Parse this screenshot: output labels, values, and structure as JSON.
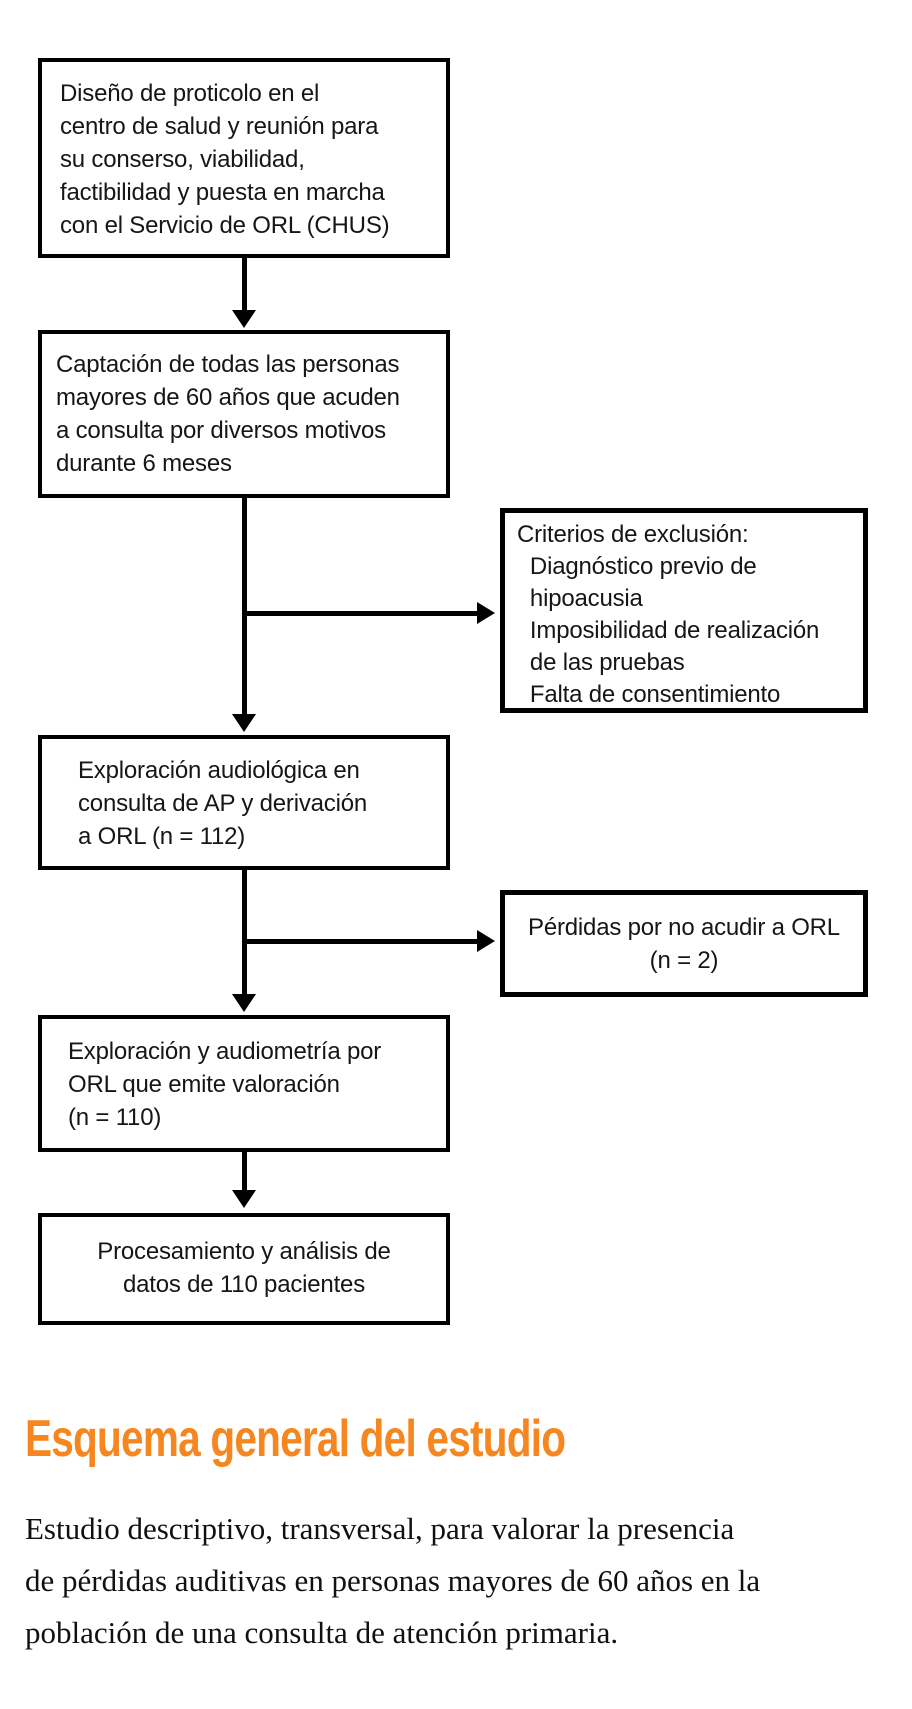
{
  "colors": {
    "accent": "#F6861F",
    "ink": "#161616"
  },
  "flowchart": {
    "step_protocol": [
      "Diseño de proticolo en el",
      "centro de salud y reunión para",
      "su conserso, viabilidad,",
      "factibilidad y puesta en marcha",
      "con el Servicio de ORL (CHUS)"
    ],
    "step_recruitment": [
      "Captación de todas las personas",
      "mayores de 60 años que acuden",
      "a consulta por diversos motivos",
      "durante 6 meses"
    ],
    "exclusion_criteria": [
      "Criterios de exclusión:",
      "  Diagnóstico previo de",
      "  hipoacusia",
      "  Imposibilidad de realización",
      "  de las pruebas",
      "  Falta de consentimiento"
    ],
    "step_ap_exploration": [
      "Exploración audiológica en",
      "consulta de AP y derivación",
      "a ORL (n = 112)"
    ],
    "losses": [
      "Pérdidas por no acudir a ORL",
      "(n = 2)"
    ],
    "step_orl_exploration": [
      "Exploración y audiometría por",
      "ORL que emite valoración",
      "(n = 110)"
    ],
    "step_analysis": [
      "Procesamiento y análisis de",
      "datos de 110 pacientes"
    ]
  },
  "caption": {
    "title": "Esquema general del estudio",
    "body": [
      "Estudio descriptivo, transversal, para valorar la presencia",
      "de pérdidas auditivas en personas mayores de 60 años en la",
      "población de una consulta de atención primaria."
    ]
  }
}
